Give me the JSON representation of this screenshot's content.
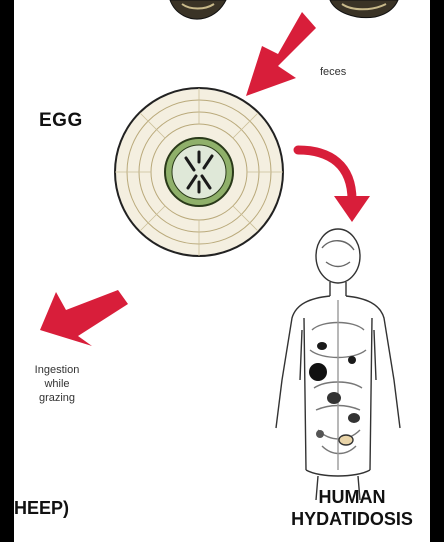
{
  "labels": {
    "egg": "EGG",
    "feces": "feces",
    "ingestion": [
      "Ingestion",
      "while",
      "grazing"
    ],
    "sheep_partial": "HEEP)",
    "human": [
      "HUMAN",
      "HYDATIDOSIS"
    ]
  },
  "colors": {
    "arrow": "#d81e3a",
    "background": "#000000",
    "panel": "#ffffff",
    "ink": "#222222",
    "egg_ring": "#b9a97a",
    "egg_inner": "#8fb06a"
  },
  "icons": {
    "egg": "parasite-egg-icon",
    "human": "human-anatomy-figure-icon",
    "animals": "animal-figure-icon"
  }
}
